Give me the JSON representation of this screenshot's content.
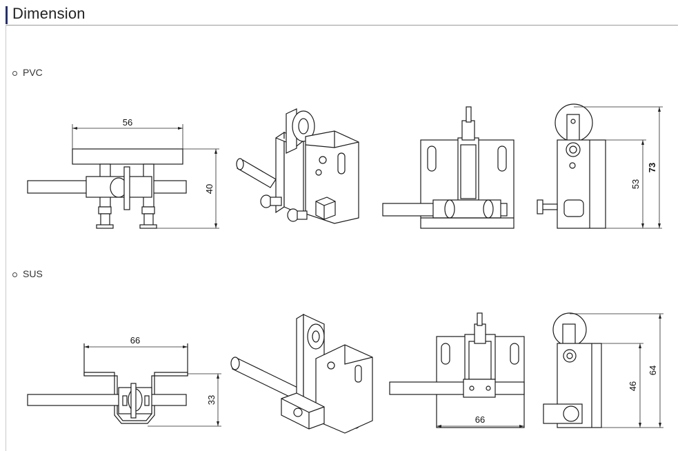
{
  "header": {
    "title": "Dimension"
  },
  "sections": [
    {
      "label": "PVC",
      "dims": {
        "top_width": "56",
        "side_height": "40",
        "right_inner": "53",
        "right_outer": "73"
      }
    },
    {
      "label": "SUS",
      "dims": {
        "top_width": "66",
        "side_height": "33",
        "front_width": "66",
        "right_inner": "46",
        "right_outer": "64"
      }
    }
  ]
}
